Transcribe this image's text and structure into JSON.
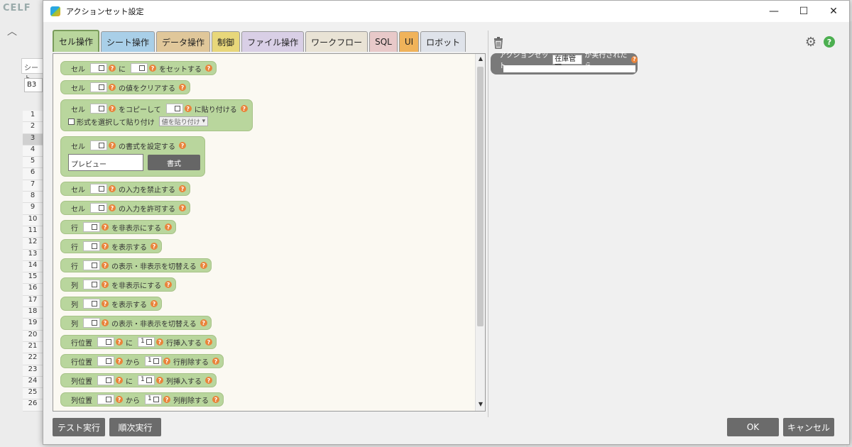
{
  "background": {
    "logo": "CELF",
    "sheet_tab": "シート",
    "cell_ref": "B3",
    "row_numbers": [
      "1",
      "2",
      "3",
      "4",
      "5",
      "6",
      "7",
      "8",
      "9",
      "10",
      "11",
      "12",
      "13",
      "14",
      "15",
      "16",
      "17",
      "18",
      "19",
      "20",
      "21",
      "22",
      "23",
      "24",
      "25",
      "26"
    ]
  },
  "dialog": {
    "title": "アクションセット設定",
    "minimize": "—",
    "maximize": "☐",
    "close": "✕"
  },
  "tabs": [
    {
      "label": "セル操作",
      "color": "#b9d69d"
    },
    {
      "label": "シート操作",
      "color": "#a9cfe8"
    },
    {
      "label": "データ操作",
      "color": "#e0c79a"
    },
    {
      "label": "制御",
      "color": "#e8d77a"
    },
    {
      "label": "ファイル操作",
      "color": "#d9cfe6"
    },
    {
      "label": "ワークフロー",
      "color": "#e9e3d5"
    },
    {
      "label": "SQL",
      "color": "#e8c9c9"
    },
    {
      "label": "UI",
      "color": "#f0b35a"
    },
    {
      "label": "ロボット",
      "color": "#dfe3ea"
    }
  ],
  "blocks": {
    "b1": {
      "a": "セル",
      "b": "に",
      "c": "をセットする"
    },
    "b2": {
      "a": "セル",
      "b": "の値をクリアする"
    },
    "b3": {
      "a": "セル",
      "b": "をコピーして",
      "c": "に貼り付ける",
      "chk": "形式を選択して貼り付け",
      "dd": "値を貼り付け"
    },
    "b4": {
      "a": "セル",
      "b": "の書式を設定する",
      "preview": "プレビュー",
      "button": "書式"
    },
    "b5": {
      "a": "セル",
      "b": "の入力を禁止する"
    },
    "b6": {
      "a": "セル",
      "b": "の入力を許可する"
    },
    "b7": {
      "a": "行",
      "b": "を非表示にする"
    },
    "b8": {
      "a": "行",
      "b": "を表示する"
    },
    "b9": {
      "a": "行",
      "b": "の表示・非表示を切替える"
    },
    "b10": {
      "a": "列",
      "b": "を非表示にする"
    },
    "b11": {
      "a": "列",
      "b": "を表示する"
    },
    "b12": {
      "a": "列",
      "b": "の表示・非表示を切替える"
    },
    "b13": {
      "a": "行位置",
      "b": "に",
      "n": "1",
      "c": "行挿入する"
    },
    "b14": {
      "a": "行位置",
      "b": "から",
      "n": "1",
      "c": "行削除する"
    },
    "b15": {
      "a": "列位置",
      "b": "に",
      "n": "1",
      "c": "列挿入する"
    },
    "b16": {
      "a": "列位置",
      "b": "から",
      "n": "1",
      "c": "列削除する"
    },
    "q": "?"
  },
  "trigger": {
    "a": "アクションセット",
    "slot": "在庫管理",
    "b": "が実行されたら"
  },
  "help": "?",
  "buttons": {
    "test": "テスト実行",
    "step": "順次実行",
    "ok": "OK",
    "cancel": "キャンセル"
  }
}
